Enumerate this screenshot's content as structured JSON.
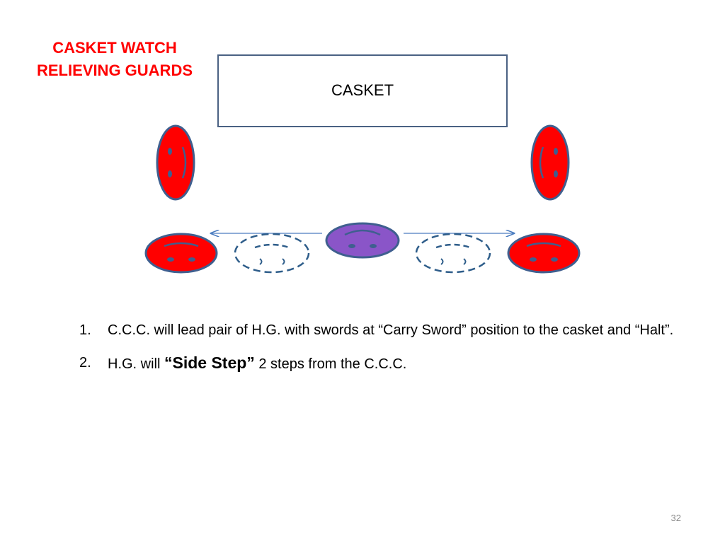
{
  "title": {
    "line1": "CASKET WATCH",
    "line2": "RELIEVING GUARDS"
  },
  "casket": {
    "label": "CASKET"
  },
  "instructions": [
    {
      "number": "1.",
      "text": "C.C.C. will lead pair of H.G. with swords at “Carry Sword” position to the casket and “Halt”."
    },
    {
      "number": "2.",
      "prefix": "H.G. will ",
      "emphasis": "“Side Step”",
      "suffix": " 2 steps from the C.C.C."
    }
  ],
  "page_number": "32",
  "colors": {
    "title": "#ff0000",
    "guard_fill": "#ff0000",
    "guard_outline": "#3f5f8f",
    "commander_fill": "#8a55c8",
    "arrow": "#4a7cc0",
    "casket_border": "#4a6183"
  }
}
